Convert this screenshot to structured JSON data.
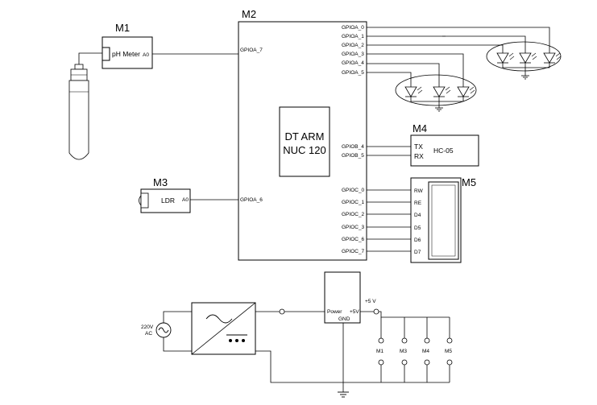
{
  "modules": {
    "m1": {
      "title": "M1",
      "name": "pH Meter",
      "pin": "A0"
    },
    "m2": {
      "title": "M2",
      "core_line1": "DT ARM",
      "core_line2": "NUC 120",
      "left_pins": [
        "GPIOA_7",
        "GPIOA_6"
      ],
      "gpioa_pins": [
        "GPIOA_0",
        "GPIOA_1",
        "GPIOA_2",
        "GPIOA_3",
        "GPIOA_4",
        "GPIOA_5"
      ],
      "gpiob_pins": [
        "GPIOB_4",
        "GPIOB_5"
      ],
      "gpioc_pins": [
        "GPIOC_0",
        "GPIOC_1",
        "GPIOC_2",
        "GPIOC_3",
        "GPIOC_6",
        "GPIOC_7"
      ]
    },
    "m3": {
      "title": "M3",
      "name": "LDR",
      "pin": "A0"
    },
    "m4": {
      "title": "M4",
      "name": "HC-05",
      "pins": [
        "TX",
        "RX"
      ]
    },
    "m5": {
      "title": "M5",
      "pins": [
        "RW",
        "RE",
        "D4",
        "D5",
        "D6",
        "D7"
      ]
    }
  },
  "power": {
    "source_line1": "220V",
    "source_line2": "AC",
    "regulator_pin_in": "Power",
    "regulator_pin_out": "+5V",
    "regulator_pin_gnd": "GND",
    "rail_label": "+5 V",
    "switch_labels": [
      "M1",
      "M3",
      "M4",
      "M5"
    ]
  }
}
